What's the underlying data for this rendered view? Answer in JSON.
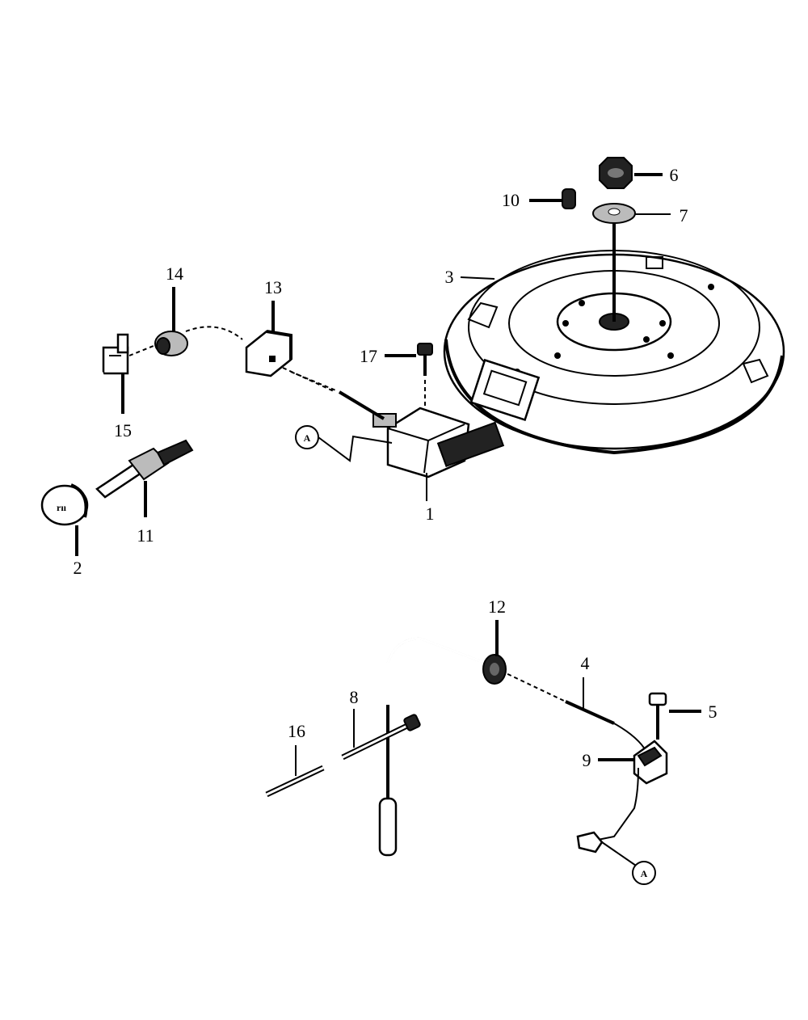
{
  "diagram": {
    "parts": [
      {
        "number": "1"
      },
      {
        "number": "2"
      },
      {
        "number": "3"
      },
      {
        "number": "4"
      },
      {
        "number": "5"
      },
      {
        "number": "6"
      },
      {
        "number": "7"
      },
      {
        "number": "8"
      },
      {
        "number": "9"
      },
      {
        "number": "10"
      },
      {
        "number": "11"
      },
      {
        "number": "12"
      },
      {
        "number": "13"
      },
      {
        "number": "14"
      },
      {
        "number": "15"
      },
      {
        "number": "16"
      },
      {
        "number": "17"
      }
    ],
    "connector_mark": "A"
  }
}
